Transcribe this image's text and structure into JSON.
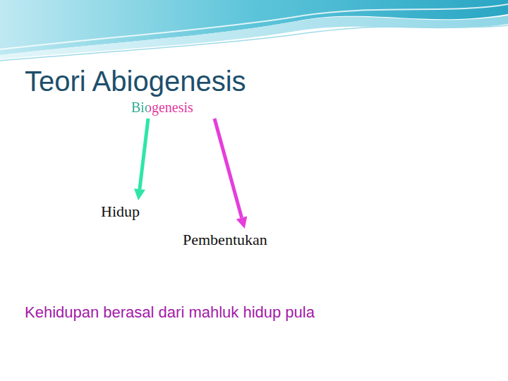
{
  "diagram": {
    "title": "Teori Abiogenesis",
    "labels": [
      "Biogenesis",
      "Hidup",
      "Pembentukan",
      "Kehidupan berasal dari mahluk hidup pula"
    ]
  }
}
